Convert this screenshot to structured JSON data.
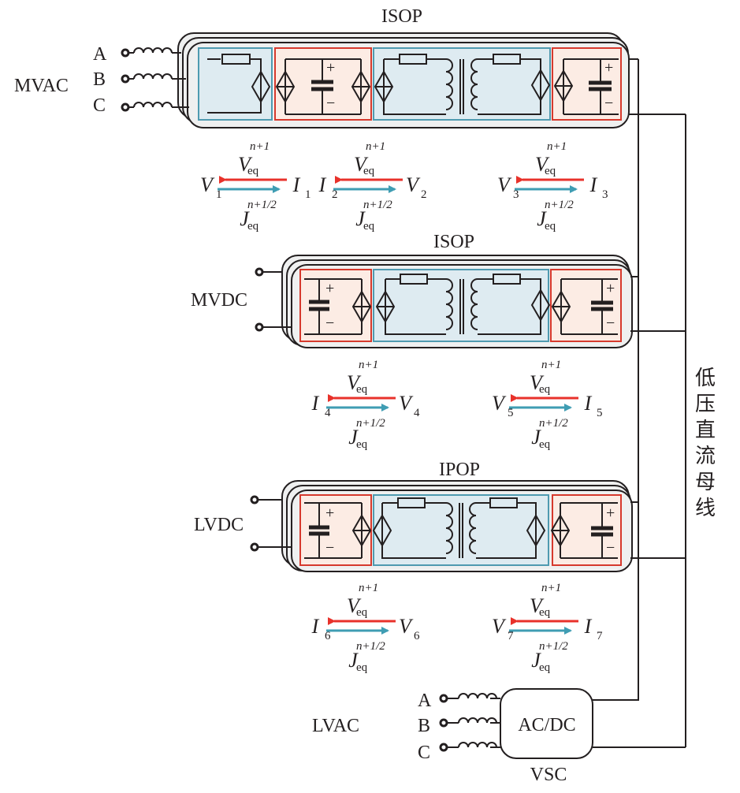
{
  "diagram": {
    "bus_label": "低压直流母线",
    "colors": {
      "line": "#231f20",
      "card_fill": "#eff0f0",
      "blue_block_fill": "#deebf1",
      "blue_block_border": "#4f9ab0",
      "red_block_fill": "#fcece4",
      "red_block_border": "#d6392d",
      "arrow_left": "#e8322b",
      "arrow_right": "#3f9db3"
    },
    "sources": {
      "mvac": {
        "label": "MVAC",
        "phases": [
          "A",
          "B",
          "C"
        ]
      },
      "mvdc": {
        "label": "MVDC"
      },
      "lvdc": {
        "label": "LVDC"
      },
      "lvac": {
        "label": "LVAC",
        "phases": [
          "A",
          "B",
          "C"
        ]
      }
    },
    "modules": [
      {
        "id": "mvac-module",
        "label": "ISOP"
      },
      {
        "id": "mvdc-module",
        "label": "ISOP"
      },
      {
        "id": "lvdc-module",
        "label": "IPOP"
      }
    ],
    "vsc": {
      "inner_label": "AC/DC",
      "label": "VSC"
    },
    "exchanges": [
      {
        "left": "V",
        "left_sub": "1",
        "right": "I",
        "right_sub": "1"
      },
      {
        "left": "I",
        "left_sub": "2",
        "right": "V",
        "right_sub": "2"
      },
      {
        "left": "V",
        "left_sub": "3",
        "right": "I",
        "right_sub": "3"
      },
      {
        "left": "I",
        "left_sub": "4",
        "right": "V",
        "right_sub": "4"
      },
      {
        "left": "V",
        "left_sub": "5",
        "right": "I",
        "right_sub": "5"
      },
      {
        "left": "I",
        "left_sub": "6",
        "right": "V",
        "right_sub": "6"
      },
      {
        "left": "V",
        "left_sub": "7",
        "right": "I",
        "right_sub": "7"
      }
    ],
    "exchange_terms": {
      "top": "V",
      "top_sub": "eq",
      "top_sup": "n+1",
      "bottom": "J",
      "bottom_sub": "eq",
      "bottom_sup": "n+1/2"
    }
  }
}
